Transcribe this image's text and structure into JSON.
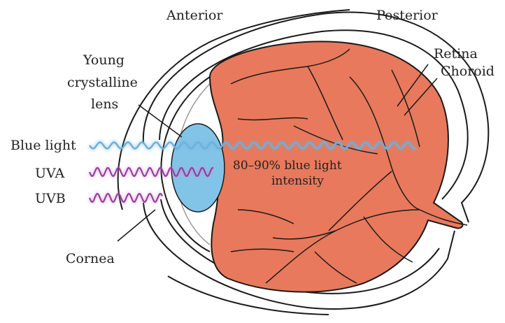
{
  "labels": {
    "anterior": "Anterior",
    "posterior": "Posterior",
    "retina": "Retina",
    "choroid": "Choroid",
    "lens_line1": "Young",
    "lens_line2": "crystalline",
    "lens_line3": "lens",
    "blue_light": "Blue light",
    "uva": "UVA",
    "uvb": "UVB",
    "cornea": "Cornea",
    "intensity_line1": "80–90% blue light",
    "intensity_line2": "intensity"
  },
  "colors": {
    "retina_fill": "#e8795c",
    "lens_fill": "#82c4e8",
    "blue_wave": "#6fb0dc",
    "uv_wave": "#9b3aa0",
    "outline": "#1a1a1a"
  }
}
